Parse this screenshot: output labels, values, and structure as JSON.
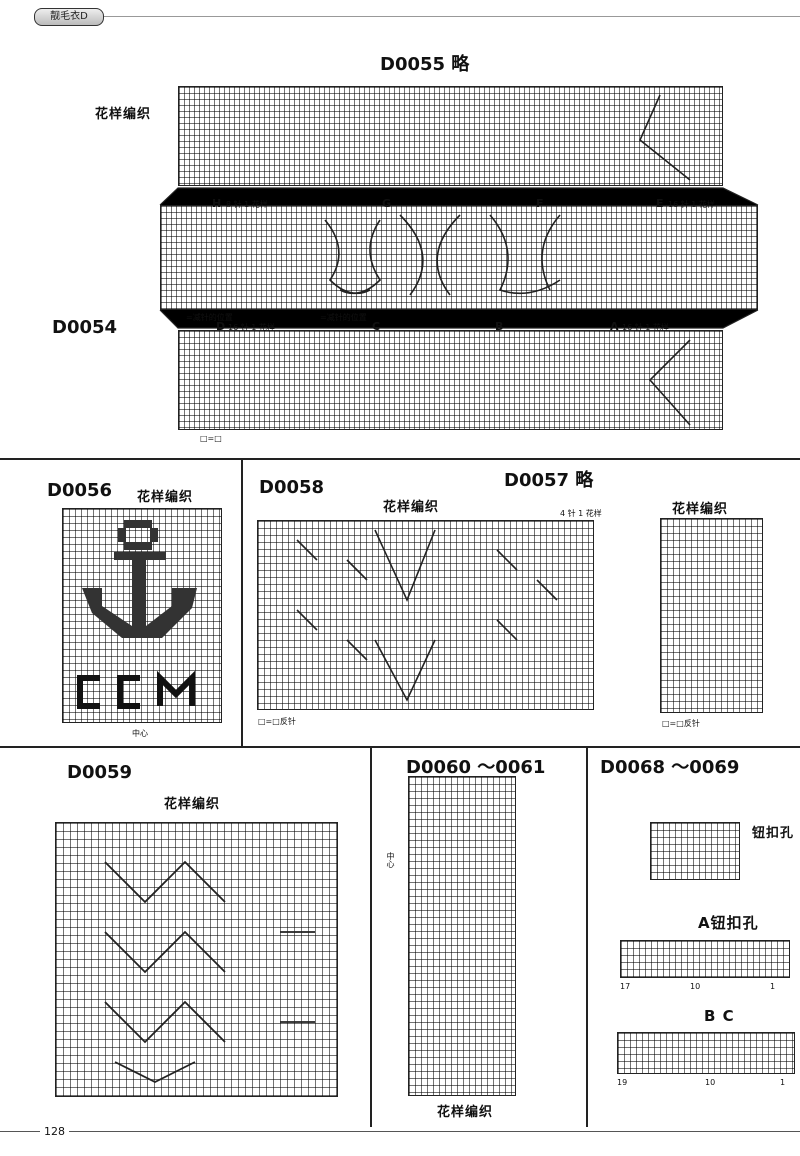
{
  "header": {
    "tab": "靓毛衣D"
  },
  "page_number": "128",
  "sections": {
    "d0055": {
      "code": "D0055 略"
    },
    "d0054": {
      "code": "D0054",
      "pattern_label": "花样编织",
      "top_labels": [
        "H",
        "8 针 1 花样",
        "G",
        "F",
        "E",
        "16 针 1 花样"
      ],
      "bottom_labels": [
        "D",
        "16 针 1 花样",
        "C",
        "B",
        "A",
        "16 针 1 花样"
      ],
      "notes": [
        "=减针的位置",
        "=减针的位置"
      ],
      "legend": "□=□"
    },
    "d0056": {
      "code": "D0056",
      "pattern_label": "花样编织",
      "letters": "CCM",
      "center": "中心"
    },
    "d0058": {
      "code": "D0058",
      "pattern_label": "花样编织",
      "repeat": "4 针 1 花样",
      "legend": "□=□反针"
    },
    "d0057": {
      "code": "D0057 略",
      "pattern_label": "花样编织",
      "legend": "□=□反针"
    },
    "d0059": {
      "code": "D0059",
      "pattern_label": "花样编织"
    },
    "d0060": {
      "code": "D0060 ～0061",
      "pattern_label": "花样编织",
      "center": "中心"
    },
    "d0068": {
      "code": "D0068 ～0069",
      "buttonhole": "钮扣孔",
      "a_buttonhole": "A钮扣孔",
      "bc": "B  C",
      "a_ticks": [
        "17",
        "10",
        "1"
      ],
      "bc_ticks": [
        "19",
        "10",
        "1"
      ]
    }
  }
}
